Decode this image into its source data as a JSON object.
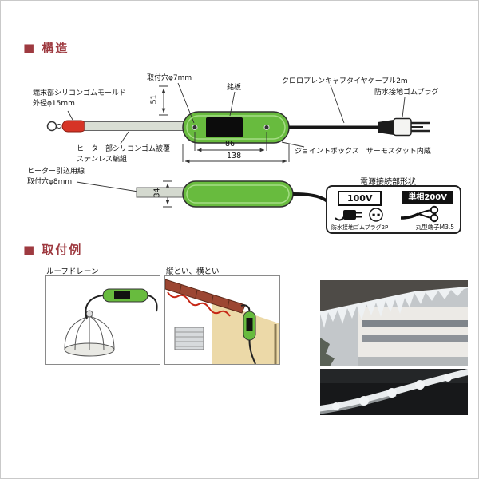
{
  "headings": {
    "structure": "■ 構造",
    "installation": "■ 取付例"
  },
  "diagram": {
    "labels": {
      "terminal_mold": "端末部シリコンゴムモールド\n外径φ15mm",
      "mount_hole_7": "取付穴φ7mm",
      "nameplate": "銘板",
      "cable": "クロロプレンキャブタイヤケーブル2m",
      "plug": "防水接地ゴムプラグ",
      "heater_sheath": "ヒーター部シリコンゴム被覆\nステンレス編組",
      "joint_box": "ジョイントボックス　サーモスタット内蔵",
      "lead_wire": "ヒーター引込用線\n取付穴φ8mm"
    },
    "dims": {
      "d51": "51",
      "d86": "86",
      "d138": "138",
      "d34": "34"
    }
  },
  "power": {
    "title": "電源接続部形状",
    "v100": "100V",
    "v200": "単相200V",
    "cap_left": "防水接地ゴムプラグ2P",
    "cap_right": "丸型端子M3.5"
  },
  "install": {
    "ex1": "ルーフドレーン",
    "ex2": "縦とい、横とい"
  },
  "colors": {
    "heading_red": "#9e3a40",
    "device_green": "#68bb3e",
    "tip_red": "#d63426"
  }
}
